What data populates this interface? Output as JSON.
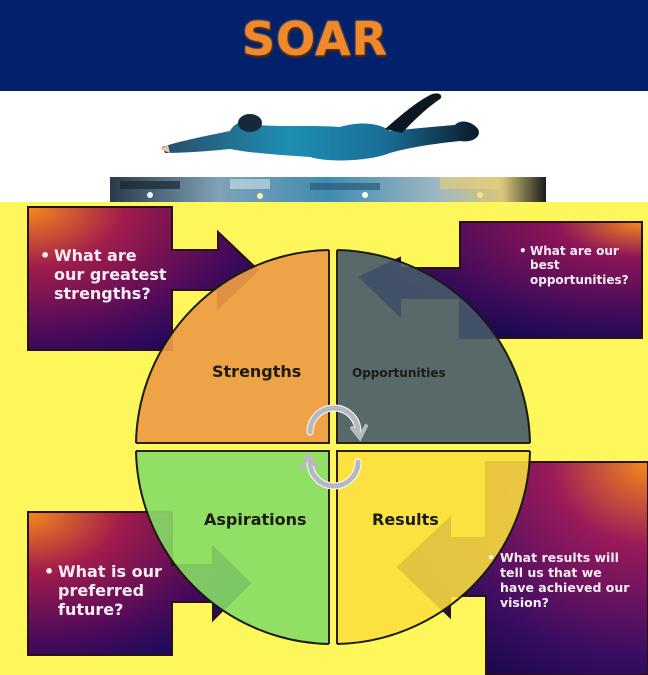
{
  "header": {
    "title": "SOAR",
    "background": "#02216a",
    "title_color": "#f0892a"
  },
  "banner_image": {
    "icon": "flying-man-photo",
    "description": "Man flying horizontally above a blurred city skyline"
  },
  "diagram": {
    "background": "#fdf75c",
    "cycle_icon": "circular-arrows-icon",
    "quadrants": [
      {
        "id": "strengths",
        "label": "Strengths",
        "color": "#ec9c45",
        "question": "What are our greatest strengths?",
        "question_lines": [
          "What are",
          "our greatest",
          "strengths?"
        ]
      },
      {
        "id": "opportunities",
        "label": "Opportunities",
        "color": "#46596b",
        "question": "What are our best opportunities?",
        "question_lines": [
          "What are our",
          "best",
          "opportunities?"
        ]
      },
      {
        "id": "aspirations",
        "label": "Aspirations",
        "color": "#86dc66",
        "question": "What is our preferred future?",
        "question_lines": [
          "What is our",
          "preferred",
          "future?"
        ]
      },
      {
        "id": "results",
        "label": "Results",
        "color": "#fbdf3c",
        "question": "What results will tell us that we have achieved our vision?",
        "question_lines": [
          "What results will",
          "tell us that we",
          "have achieved our",
          "vision?"
        ]
      }
    ],
    "bullet": "•"
  }
}
